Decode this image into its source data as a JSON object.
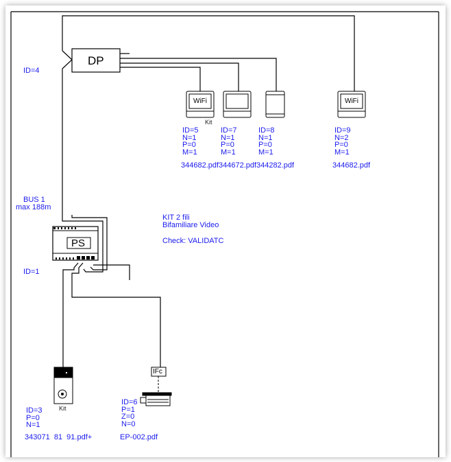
{
  "diagram": {
    "title_block": {
      "line1": "KIT 2 fili",
      "line2": "Bifamiliare Video",
      "check": "Check: VALIDATC"
    },
    "bus": {
      "name": "BUS 1",
      "max_length": "max 188m"
    },
    "distributor": {
      "label": "DP",
      "id": "ID=4"
    },
    "power_supply": {
      "label": "PS",
      "id": "ID=1"
    },
    "monitors": [
      {
        "screen_label": "WiFi",
        "kit_label": "Kit",
        "id": "ID=5",
        "n": "N=1",
        "p": "P=0",
        "m": "M=1",
        "pdf": "344682.pdf"
      },
      {
        "screen_label": "",
        "kit_label": "",
        "id": "ID=7",
        "n": "N=1",
        "p": "P=0",
        "m": "M=1",
        "pdf": "344672.pdf"
      },
      {
        "screen_label": "",
        "kit_label": "",
        "id": "ID=8",
        "n": "N=1",
        "p": "P=0",
        "m": "M=1",
        "pdf": "344282.pdf"
      },
      {
        "screen_label": "WiFi",
        "kit_label": "",
        "id": "ID=9",
        "n": "N=2",
        "p": "P=0",
        "m": "M=1",
        "pdf": "344682.pdf"
      }
    ],
    "entrance_panel": {
      "kit_label": "Kit",
      "id": "ID=3",
      "p": "P=0",
      "n": "N=1",
      "pdf": "343071  81  91.pdf+"
    },
    "camera": {
      "interface_label": "IFc",
      "id": "ID=6",
      "p": "P=1",
      "z": "Z=0",
      "n": "N=0",
      "pdf": "EP-002.pdf"
    },
    "colors": {
      "label_blue": "#1a1aee",
      "wire": "#000000"
    }
  }
}
